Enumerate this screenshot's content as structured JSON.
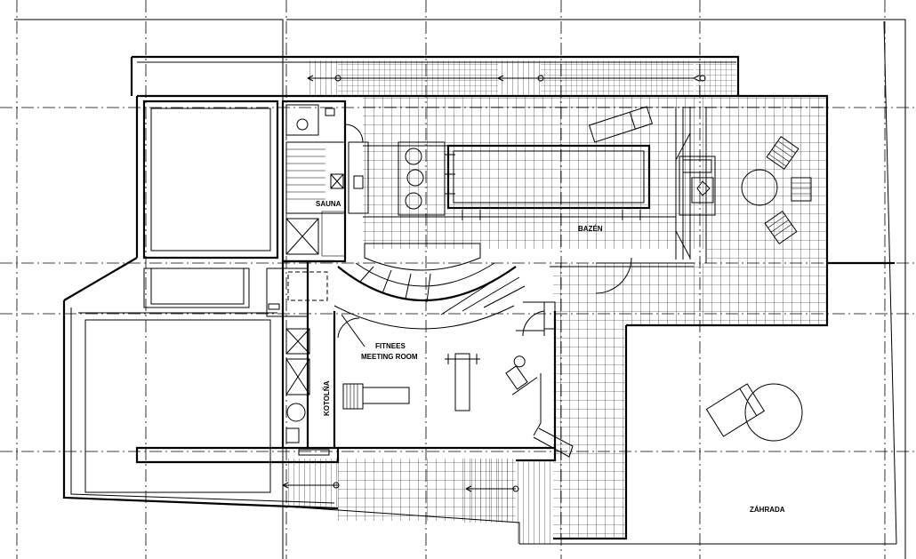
{
  "rooms": {
    "sauna": "SAUNA",
    "bazen": "BAZÉN",
    "fitness_line1": "FITNEES",
    "fitness_line2": "MEETING ROOM",
    "kotolna": "KOTOLŇA",
    "zahrada": "ZÁHRADA"
  }
}
